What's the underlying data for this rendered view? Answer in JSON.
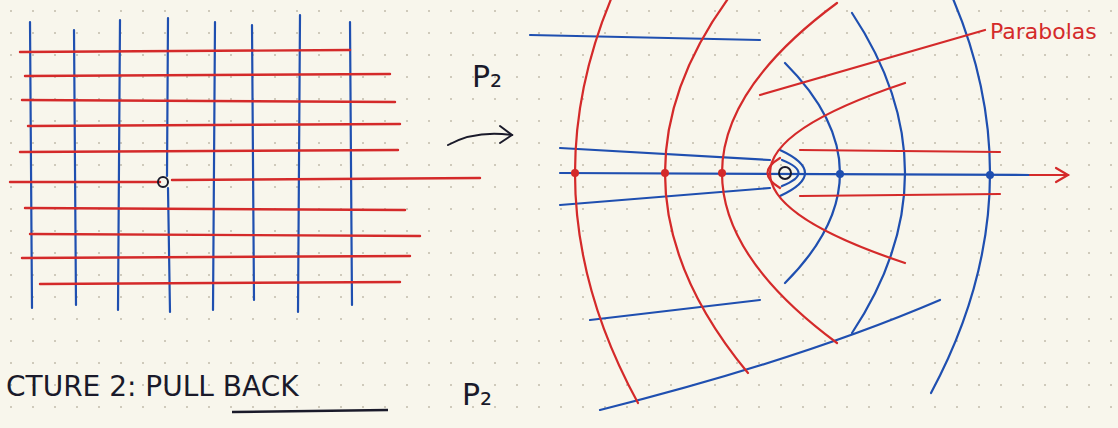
{
  "diagram": {
    "labels": [
      "P₂",
      "Parabolas",
      "CTURE 2: PULL BACK",
      "P₂"
    ]
  }
}
